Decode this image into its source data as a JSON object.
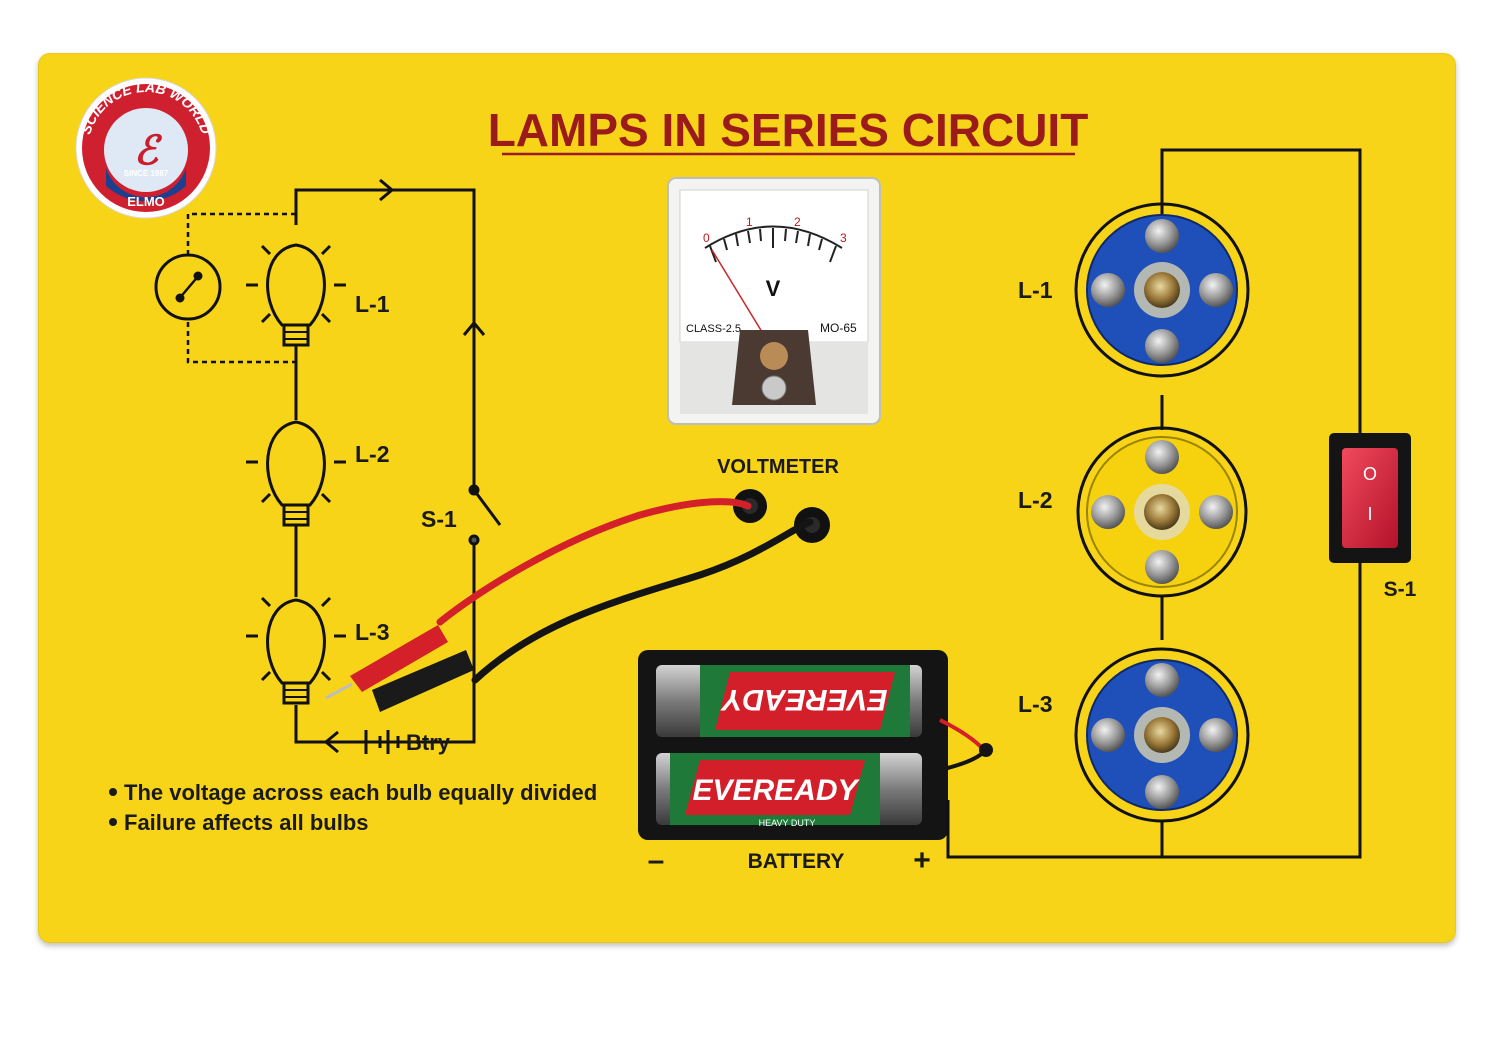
{
  "board": {
    "title": "LAMPS IN SERIES CIRCUIT",
    "colors": {
      "board": "#f7d417",
      "title": "#9b1b1b",
      "ink": "#1a1a1a",
      "holder_blue": "#1f4fb8",
      "holder_yellow": "#f5d20d",
      "switch_red": "#d8203a"
    }
  },
  "logo": {
    "arc_text": "SCIENCE LAB WORLD",
    "since": "SINCE 1987",
    "brand": "ELMO"
  },
  "schematic": {
    "lamp_labels": [
      "L-1",
      "L-2",
      "L-3"
    ],
    "switch_label": "S-1",
    "battery_label": "Btry"
  },
  "meter": {
    "scale": [
      "0",
      "1",
      "2",
      "3"
    ],
    "unit": "V",
    "class_text": "CLASS-2.5",
    "model_text": "MO-65",
    "label": "VOLTMETER"
  },
  "battery": {
    "label": "BATTERY",
    "minus": "–",
    "plus": "+",
    "cell_brand": "EVEREADY",
    "cell_sub": "HEAVY DUTY"
  },
  "lamps": {
    "labels": [
      "L-1",
      "L-2",
      "L-3"
    ],
    "holder_colors": [
      "blue",
      "yellow",
      "blue"
    ]
  },
  "switch": {
    "label": "S-1",
    "on_mark": "O",
    "off_mark": "I"
  },
  "notes": [
    "The voltage across each bulb equally divided",
    "Failure affects all bulbs"
  ]
}
